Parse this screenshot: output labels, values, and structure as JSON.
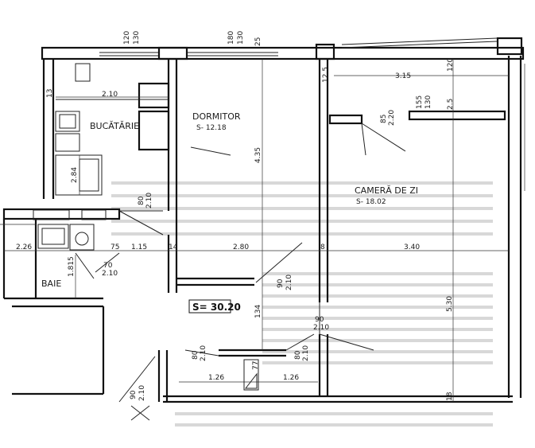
{
  "rooms": {
    "bucatarie": "BUCĂTĂRIE",
    "dormitor": "DORMITOR",
    "dormitor_area": "S- 12.18",
    "camera": "CAMERĂ DE ZI",
    "camera_area": "S- 18.02",
    "baie": "BAIE",
    "total_area": "S= 30.20"
  },
  "dims": {
    "top_120": "120",
    "top_130a": "130",
    "top_180": "180",
    "top_130b": "130",
    "top_25": "25",
    "d_210": "2.10",
    "d_13": "13",
    "d_284": "2.84",
    "d_80_210_a": "80",
    "d_80_210_a2": "2.10",
    "d_435": "4.35",
    "d_315": "3.15",
    "d_120": "120",
    "d_125": "12.5",
    "d_85": "85",
    "d_220": "2.20",
    "d_155": "155",
    "d_130c": "130",
    "d_25b": "2.5",
    "d_226": "2.26",
    "d_75": "75",
    "d_115": "1.15",
    "d_14": "14",
    "d_280": "2.80",
    "d_8": "8",
    "d_340": "3.40",
    "d_1815": "1.815",
    "d_70": "70",
    "d_210b": "2.10",
    "d_90a": "90",
    "d_210c": "2.10",
    "d_134": "134",
    "d_90b": "90",
    "d_210d": "2.10",
    "d_530": "5.30",
    "d_80b": "80",
    "d_210e": "2.10",
    "d_80c": "80",
    "d_210f": "2.10",
    "d_126a": "1.26",
    "d_126b": "1.26",
    "d_77": "77",
    "d_90c": "90",
    "d_210g": "2.10",
    "d_18": "18"
  }
}
